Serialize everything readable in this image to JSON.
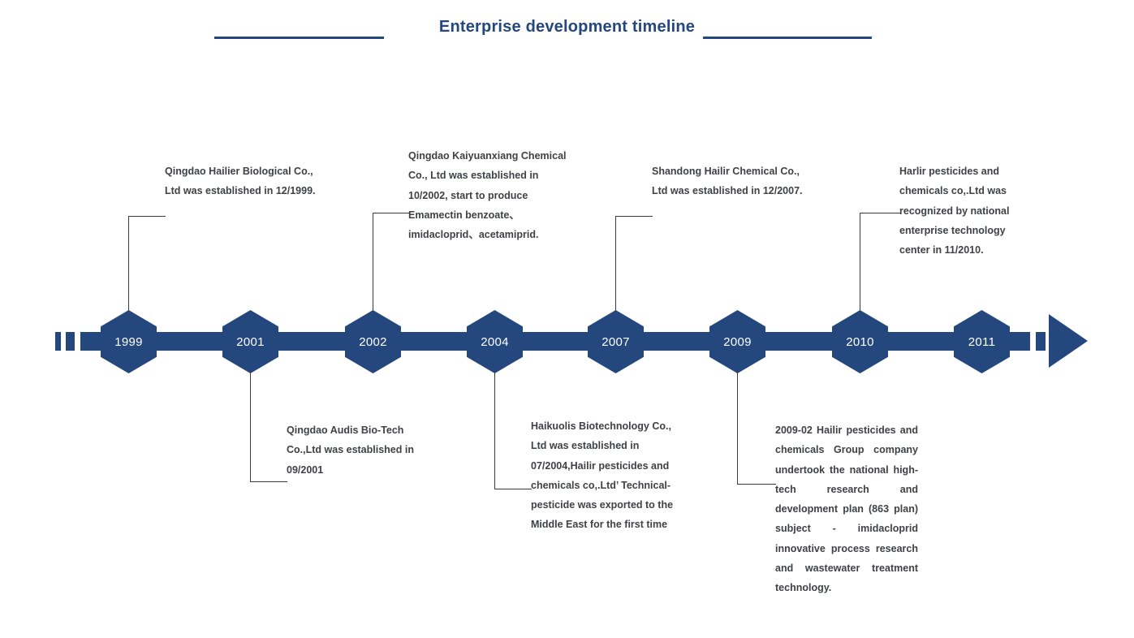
{
  "header": {
    "title": "Enterprise development timeline",
    "accent_color": "#24487E",
    "rule_left_label": "title-rule-left",
    "rule_right_label": "title-rule-right"
  },
  "timeline": {
    "axis_color": "#24487E",
    "text_color": "#3F4144",
    "leader_color": "#3A3A3A",
    "nodes": [
      {
        "year": "1999",
        "position": "above"
      },
      {
        "year": "2001",
        "position": "below"
      },
      {
        "year": "2002",
        "position": "above"
      },
      {
        "year": "2004",
        "position": "below"
      },
      {
        "year": "2007",
        "position": "above"
      },
      {
        "year": "2009",
        "position": "below"
      },
      {
        "year": "2010",
        "position": "above"
      },
      {
        "year": "2011",
        "position": "none"
      }
    ],
    "events": [
      {
        "year": "1999",
        "position": "above",
        "text": "Qingdao Hailier Biological Co., Ltd was established in 12/1999."
      },
      {
        "year": "2001",
        "position": "below",
        "text": "Qingdao Audis Bio-Tech Co.,Ltd was established in 09/2001"
      },
      {
        "year": "2002",
        "position": "above",
        "text": "Qingdao Kaiyuanxiang Chemical Co., Ltd was established in 10/2002, start to produce Emamectin benzoate、imidacloprid、acetamiprid."
      },
      {
        "year": "2004",
        "position": "below",
        "text": "Haikuolis Biotechnology Co., Ltd was established in 07/2004,Hailir pesticides and chemicals co,.Ltd’ Technical-pesticide was exported to the Middle East for the first time"
      },
      {
        "year": "2007",
        "position": "above",
        "text": "Shandong Hailir Chemical Co., Ltd was established in 12/2007."
      },
      {
        "year": "2009",
        "position": "below",
        "text": "2009-02 Hailir pesticides and chemicals Group company undertook the national high-tech research and development plan (863 plan) subject - imidacloprid innovative process research and wastewater treatment technology."
      },
      {
        "year": "2010",
        "position": "above",
        "text": "Harlir pesticides and chemicals co,.Ltd was recognized by national enterprise technology center in 11/2010."
      }
    ]
  }
}
